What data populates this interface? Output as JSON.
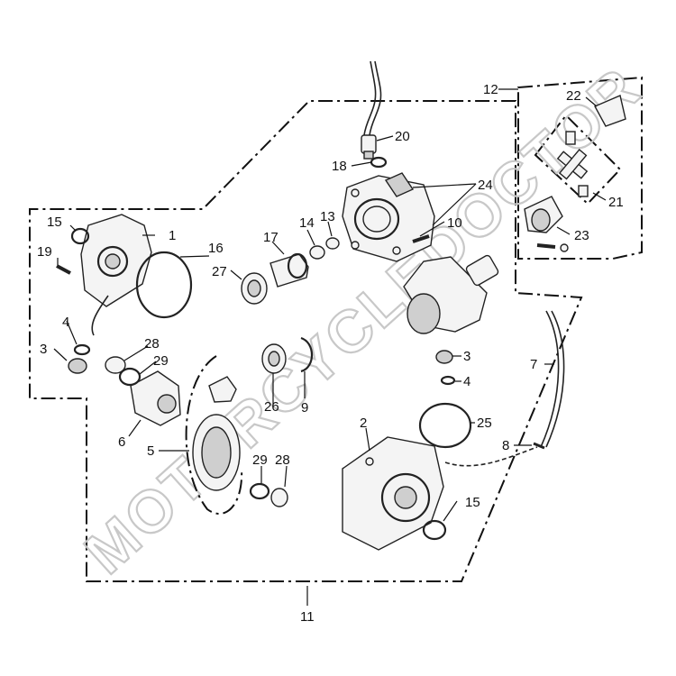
{
  "watermark": "MOTORCYCLEDOCTOR",
  "callouts": [
    {
      "id": "c1",
      "text": "1"
    },
    {
      "id": "c2",
      "text": "2"
    },
    {
      "id": "c3a",
      "text": "3"
    },
    {
      "id": "c3b",
      "text": "3"
    },
    {
      "id": "c4a",
      "text": "4"
    },
    {
      "id": "c4b",
      "text": "4"
    },
    {
      "id": "c5",
      "text": "5"
    },
    {
      "id": "c6",
      "text": "6"
    },
    {
      "id": "c7",
      "text": "7"
    },
    {
      "id": "c8",
      "text": "8"
    },
    {
      "id": "c9",
      "text": "9"
    },
    {
      "id": "c10",
      "text": "10"
    },
    {
      "id": "c11",
      "text": "11"
    },
    {
      "id": "c12",
      "text": "12"
    },
    {
      "id": "c13",
      "text": "13"
    },
    {
      "id": "c14",
      "text": "14"
    },
    {
      "id": "c15a",
      "text": "15"
    },
    {
      "id": "c15b",
      "text": "15"
    },
    {
      "id": "c16",
      "text": "16"
    },
    {
      "id": "c17",
      "text": "17"
    },
    {
      "id": "c18",
      "text": "18"
    },
    {
      "id": "c19",
      "text": "19"
    },
    {
      "id": "c20",
      "text": "20"
    },
    {
      "id": "c21",
      "text": "21"
    },
    {
      "id": "c22",
      "text": "22"
    },
    {
      "id": "c23",
      "text": "23"
    },
    {
      "id": "c24",
      "text": "24"
    },
    {
      "id": "c25",
      "text": "25"
    },
    {
      "id": "c26",
      "text": "26"
    },
    {
      "id": "c27",
      "text": "27"
    },
    {
      "id": "c28a",
      "text": "28"
    },
    {
      "id": "c28b",
      "text": "28"
    },
    {
      "id": "c29a",
      "text": "29"
    },
    {
      "id": "c29b",
      "text": "29"
    }
  ]
}
